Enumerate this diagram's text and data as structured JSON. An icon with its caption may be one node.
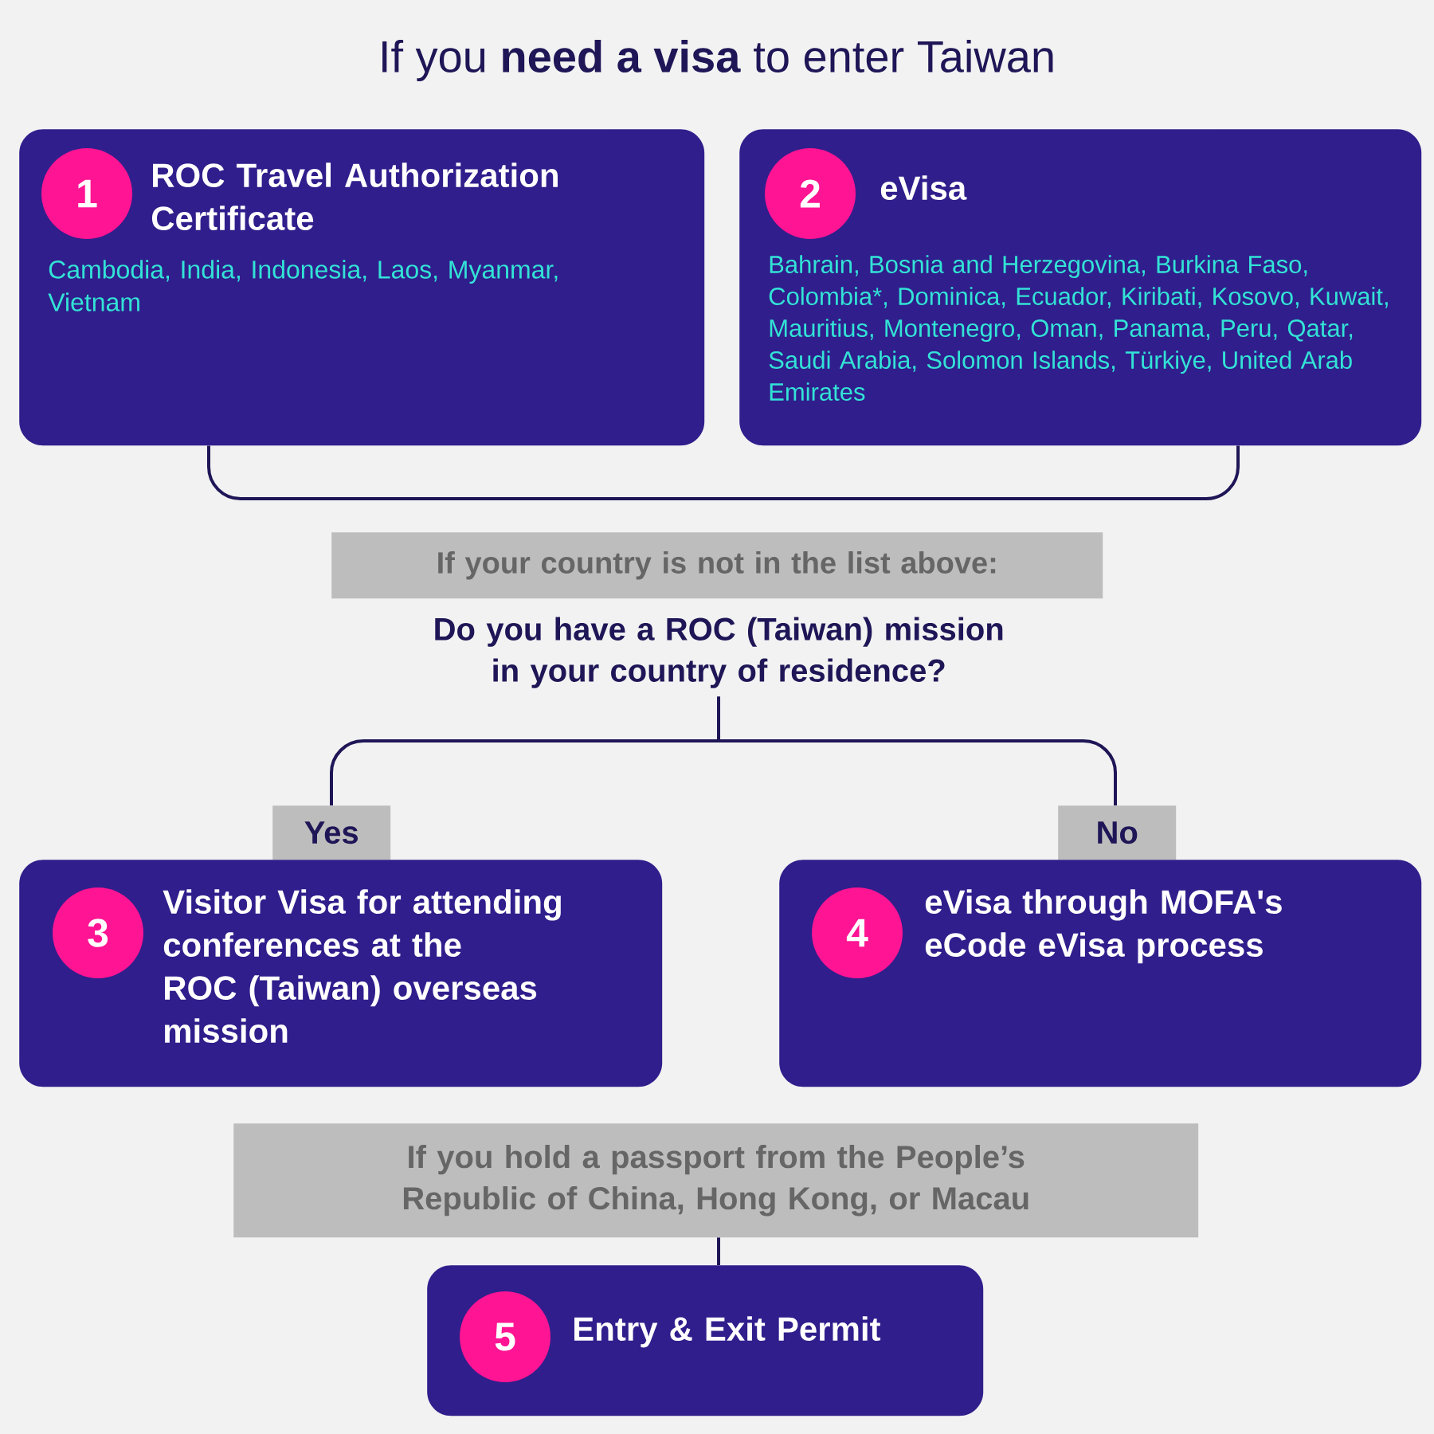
{
  "diagram": {
    "title": "If you **need a visa** to enter Taiwan",
    "nodes": [
      {
        "text": [
          "ROC Travel Authorization Certificate",
          "Cambodia, India, Indonesia, Laos, Myanmar, Vietnam"
        ]
      },
      {
        "text": [
          "1"
        ],
        "in": 0
      },
      {
        "text": [
          "eVisa",
          "Bahrain, Bosnia and Herzegovina, Burkina Faso, Colombia*, Dominica, Ecuador, Kiribati, Kosovo, Kuwait, Mauritius, Montenegro, Oman, Panama, Peru, Qatar, Saudi Arabia, Solomon Islands, Türkiye, United Arab Emirates"
        ]
      },
      {
        "text": [
          "2"
        ],
        "in": 2
      },
      {
        "text": [
          "If your country is not in the list above:"
        ]
      },
      {
        "text": [
          "Do you have a ROC (Taiwan) mission in your country of residence?"
        ]
      },
      {
        "text": [
          "Yes"
        ]
      },
      {
        "text": [
          "No"
        ]
      },
      {
        "text": [
          "Visitor Visa for attending conferences at the ROC (Taiwan) overseas mission"
        ]
      },
      {
        "text": [
          "3"
        ],
        "in": 8
      },
      {
        "text": [
          "eVisa through MOFA's eCode eVisa process"
        ]
      },
      {
        "text": [
          "4"
        ],
        "in": 10
      },
      {
        "text": [
          "If you hold a passport from the People’s Republic of China, Hong Kong, or Macau"
        ]
      },
      {
        "text": [
          "Entry & Exit Permit"
        ]
      },
      {
        "text": [
          "5"
        ],
        "in": 13
      }
    ],
    "edges": [
      {
        "from": 0,
        "to": 2,
        "arrow": "none"
      },
      {
        "from": 5,
        "to": 6,
        "arrow": "none"
      },
      {
        "from": 5,
        "to": 7,
        "arrow": "none"
      },
      {
        "from": 12,
        "to": 13,
        "arrow": "none"
      }
    ]
  }
}
